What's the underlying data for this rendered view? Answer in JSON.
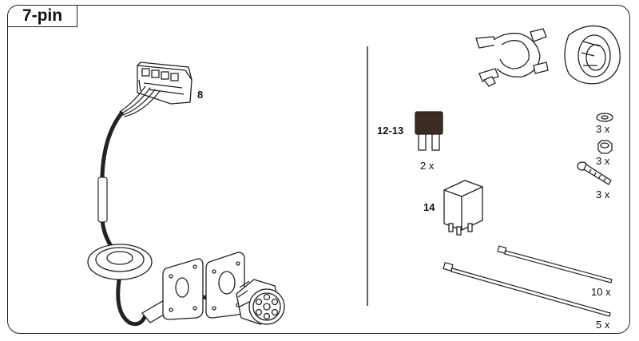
{
  "header": {
    "title": "7-pin"
  },
  "parts": {
    "connector_number": "8",
    "fuse_number": "12-13",
    "fuse_qty": "2 x",
    "relay_number": "14",
    "washer_qty": "3 x",
    "nut_qty": "3 x",
    "screw_qty": "3 x",
    "short_tie_qty": "10 x",
    "long_tie_qty": "5 x"
  }
}
